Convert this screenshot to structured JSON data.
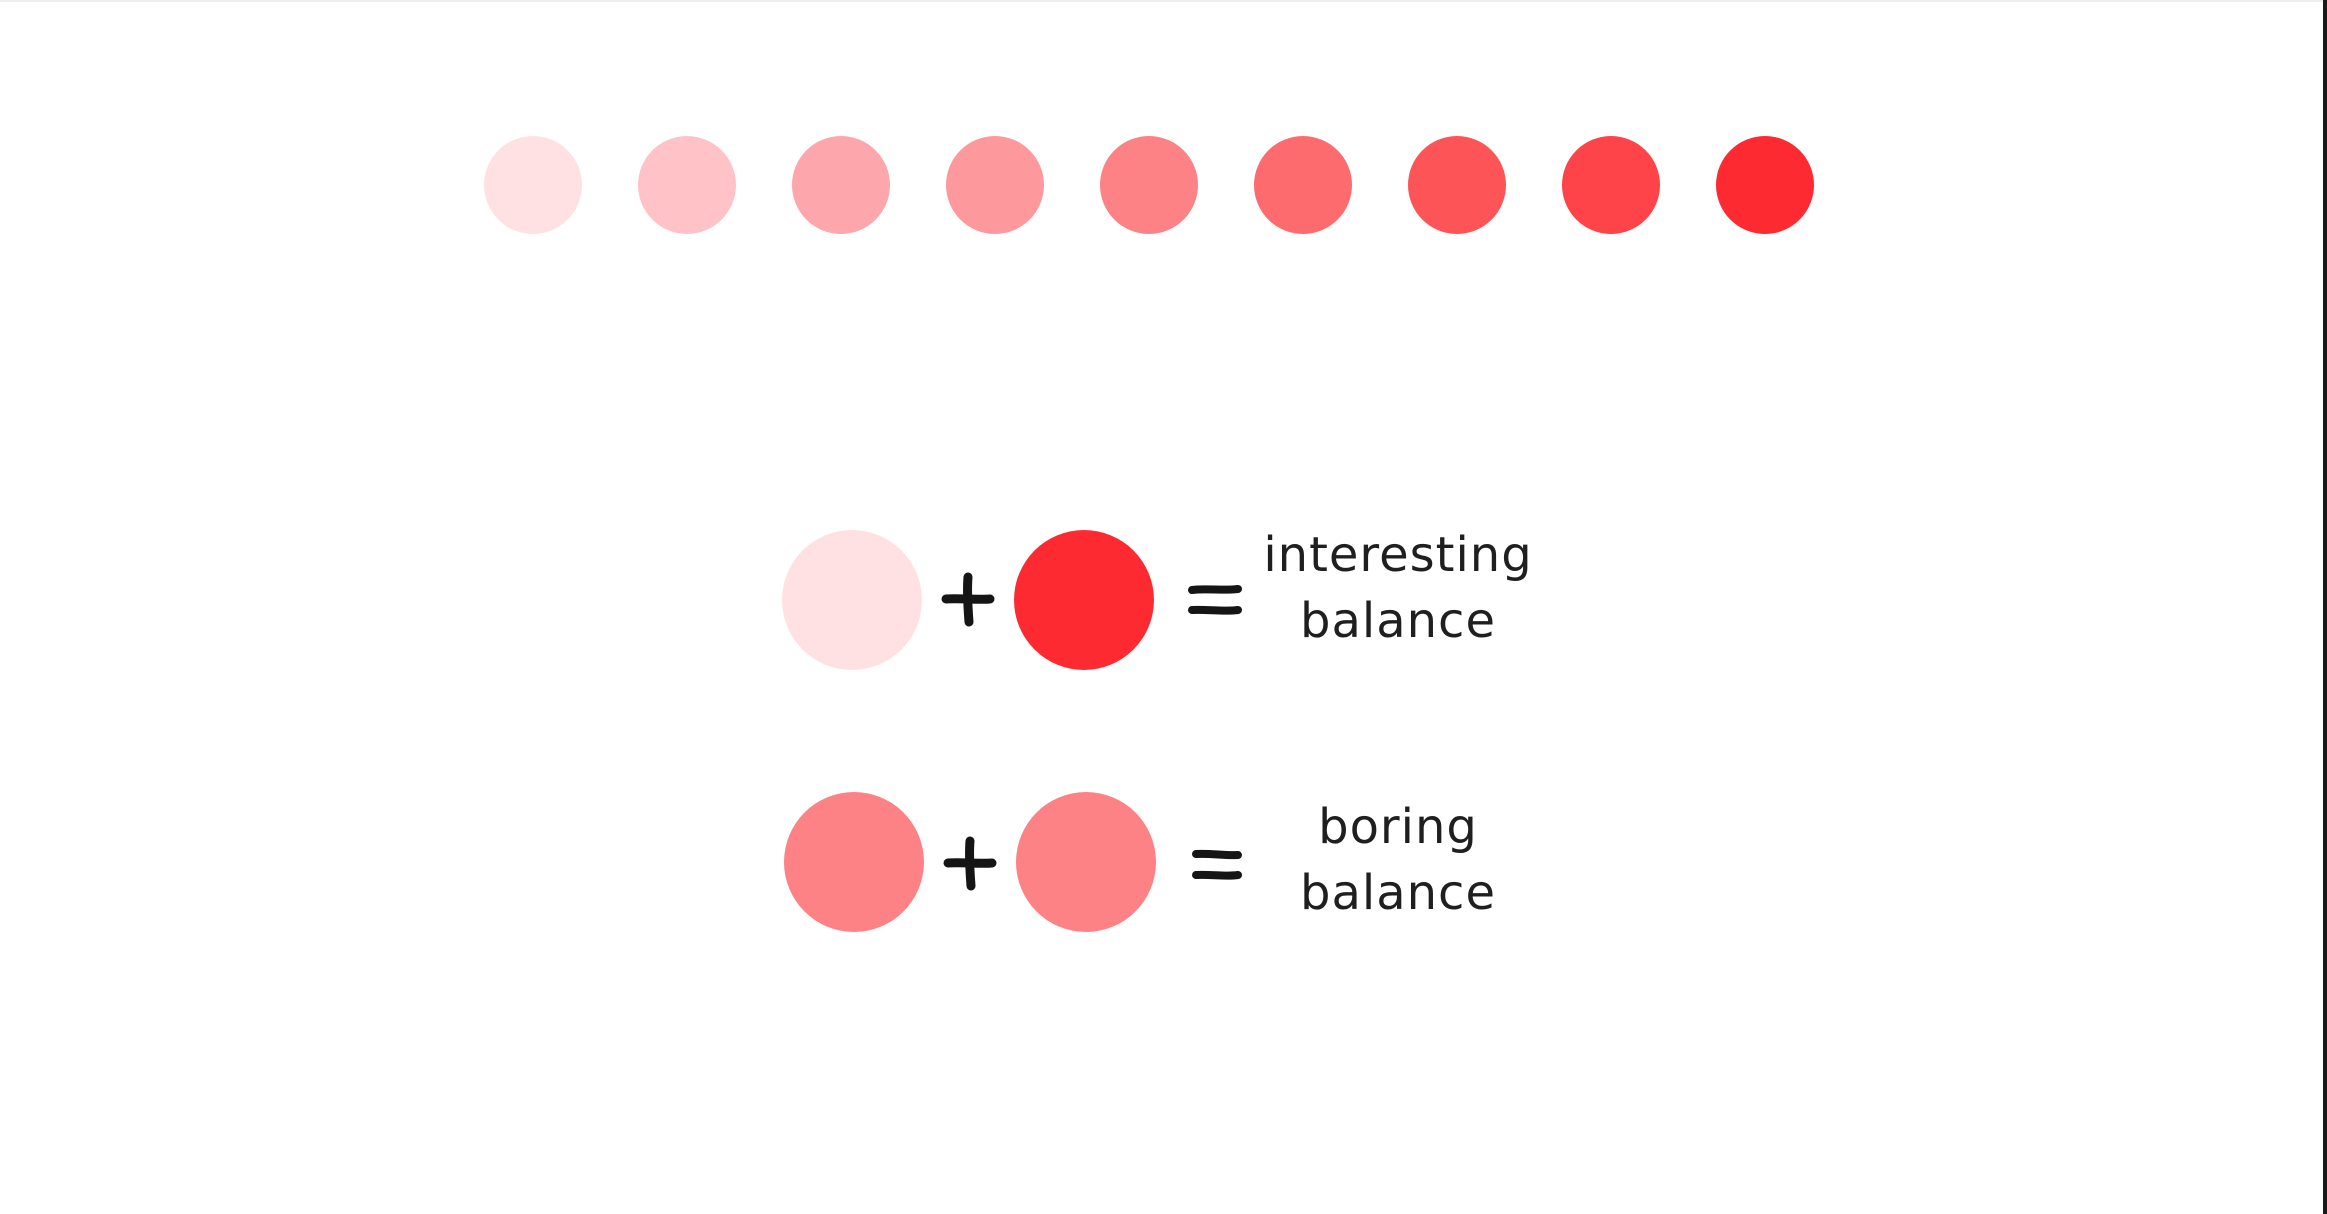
{
  "scale": {
    "colors": [
      "#ffe1e3",
      "#ffc3c7",
      "#fda6ab",
      "#fd999d",
      "#fc8285",
      "#fd6b6f",
      "#fd5458",
      "#fe4349",
      "#fe2a32"
    ]
  },
  "equations": [
    {
      "left_color": "#ffe1e3",
      "right_color": "#fe2a32",
      "operator_plus": "+",
      "operator_equals": "=",
      "label_line1": "interesting",
      "label_line2": "balance"
    },
    {
      "left_color": "#fc8285",
      "right_color": "#fc8285",
      "operator_plus": "+",
      "operator_equals": "=",
      "label_line1": "boring",
      "label_line2": "balance"
    }
  ],
  "colors": {
    "text": "#1f1f1f",
    "operator": "#151515"
  }
}
